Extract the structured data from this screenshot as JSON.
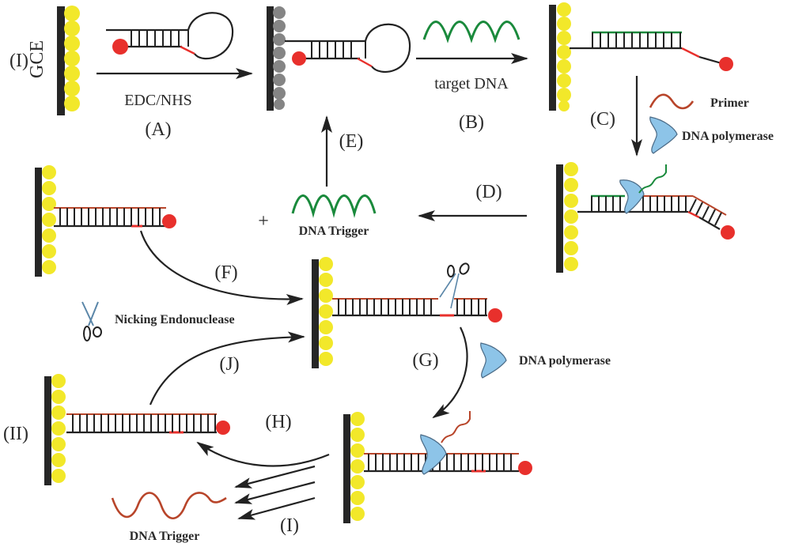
{
  "diagram": {
    "title": "Electrochemical DNA biosensor amplification scheme",
    "labels": {
      "electrode_I": "(I)",
      "electrode_name": "GCE",
      "reagent_A": "EDC/NHS",
      "step_A": "(A)",
      "reagent_B": "target DNA",
      "step_B": "(B)",
      "step_C": "(C)",
      "step_D": "(D)",
      "step_E": "(E)",
      "step_F": "(F)",
      "step_G": "(G)",
      "step_H": "(H)",
      "step_I": "(I)",
      "step_J": "(J)",
      "electrode_II": "(II)",
      "plus": "+"
    },
    "legend": {
      "primer": "Primer",
      "dna_polymerase": "DNA polymerase",
      "dna_polymerase_2": "DNA polymerase",
      "dna_trigger": "DNA Trigger",
      "dna_trigger_2": "DNA Trigger",
      "nicking_endonuclease": "Nicking Endonuclease"
    },
    "colors": {
      "electrode": "#262626",
      "gold_nanoparticle": "#f2e82a",
      "modified_particle": "#858585",
      "label_dot": "#e8302c",
      "target_strand": "#1a8a3c",
      "primer_strand": "#b8452a",
      "polymerase": "#8dc4e8"
    }
  }
}
